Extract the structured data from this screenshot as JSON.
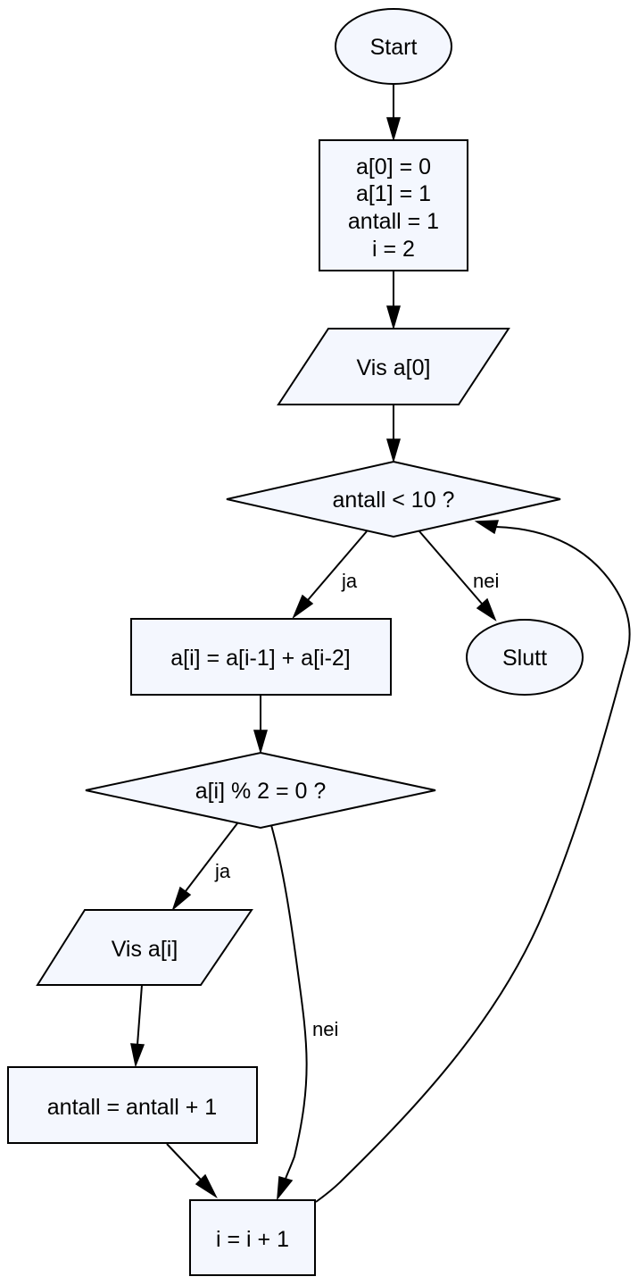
{
  "nodes": {
    "start": {
      "text": "Start"
    },
    "init": {
      "lines": [
        "a[0] = 0",
        "a[1] = 1",
        "antall = 1",
        "i = 2"
      ]
    },
    "show_a0": {
      "text": "Vis a[0]"
    },
    "cond_antall": {
      "text": "antall < 10 ?"
    },
    "compute": {
      "text": "a[i] = a[i-1] + a[i-2]"
    },
    "end": {
      "text": "Slutt"
    },
    "cond_even": {
      "text": "a[i] % 2 = 0 ?"
    },
    "show_ai": {
      "text": "Vis a[i]"
    },
    "increment_antall": {
      "text": "antall = antall + 1"
    },
    "increment_i": {
      "text": "i = i + 1"
    }
  },
  "edge_labels": {
    "cond_antall_yes": "ja",
    "cond_antall_no": "nei",
    "cond_even_yes": "ja",
    "cond_even_no": "nei"
  },
  "colors": {
    "node_fill": "#f4f7fe",
    "stroke": "#000000"
  }
}
